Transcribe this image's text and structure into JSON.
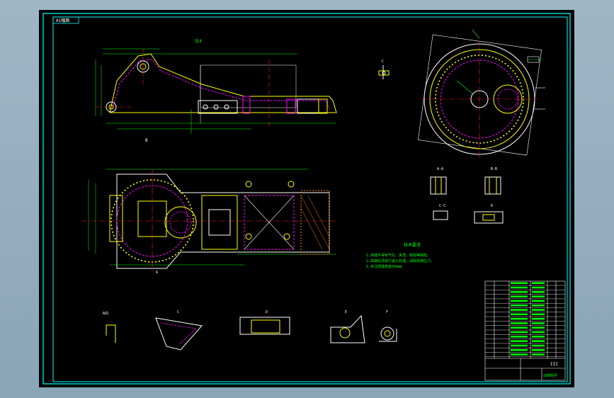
{
  "drawing": {
    "frame_label": "A1幅面",
    "titles": {
      "side_view": "比4",
      "side_dim": "B",
      "top_view_label": "A",
      "detail_d": "D",
      "c_label": "C",
      "b_label": "B",
      "e_label": "E",
      "section_aa": "A-A",
      "section_bb": "B-B",
      "section_cc": "C-C",
      "section_d": "D",
      "view_a": "A向",
      "view_c": "C",
      "view_d": "D",
      "view_e": "E",
      "view_f": "F"
    },
    "notes": {
      "heading": "技术要求",
      "line1": "1.焊缝不得有气孔、夹渣、裂纹等缺陷。",
      "line2": "2.焊接后须进行退火处理，消除焊接应力。",
      "line3": "3.未注焊缝高度为6mm。"
    },
    "title_block": {
      "sheet_code": "III",
      "part_name": "动臂组件"
    }
  },
  "colors": {
    "background": "#000000",
    "frame": "#00ffff",
    "outline": "#ffffff",
    "part": "#ffff00",
    "hidden": "#ff00ff",
    "center": "#ff2020",
    "dimension": "#00ff00",
    "hatch": "#ff8000"
  }
}
